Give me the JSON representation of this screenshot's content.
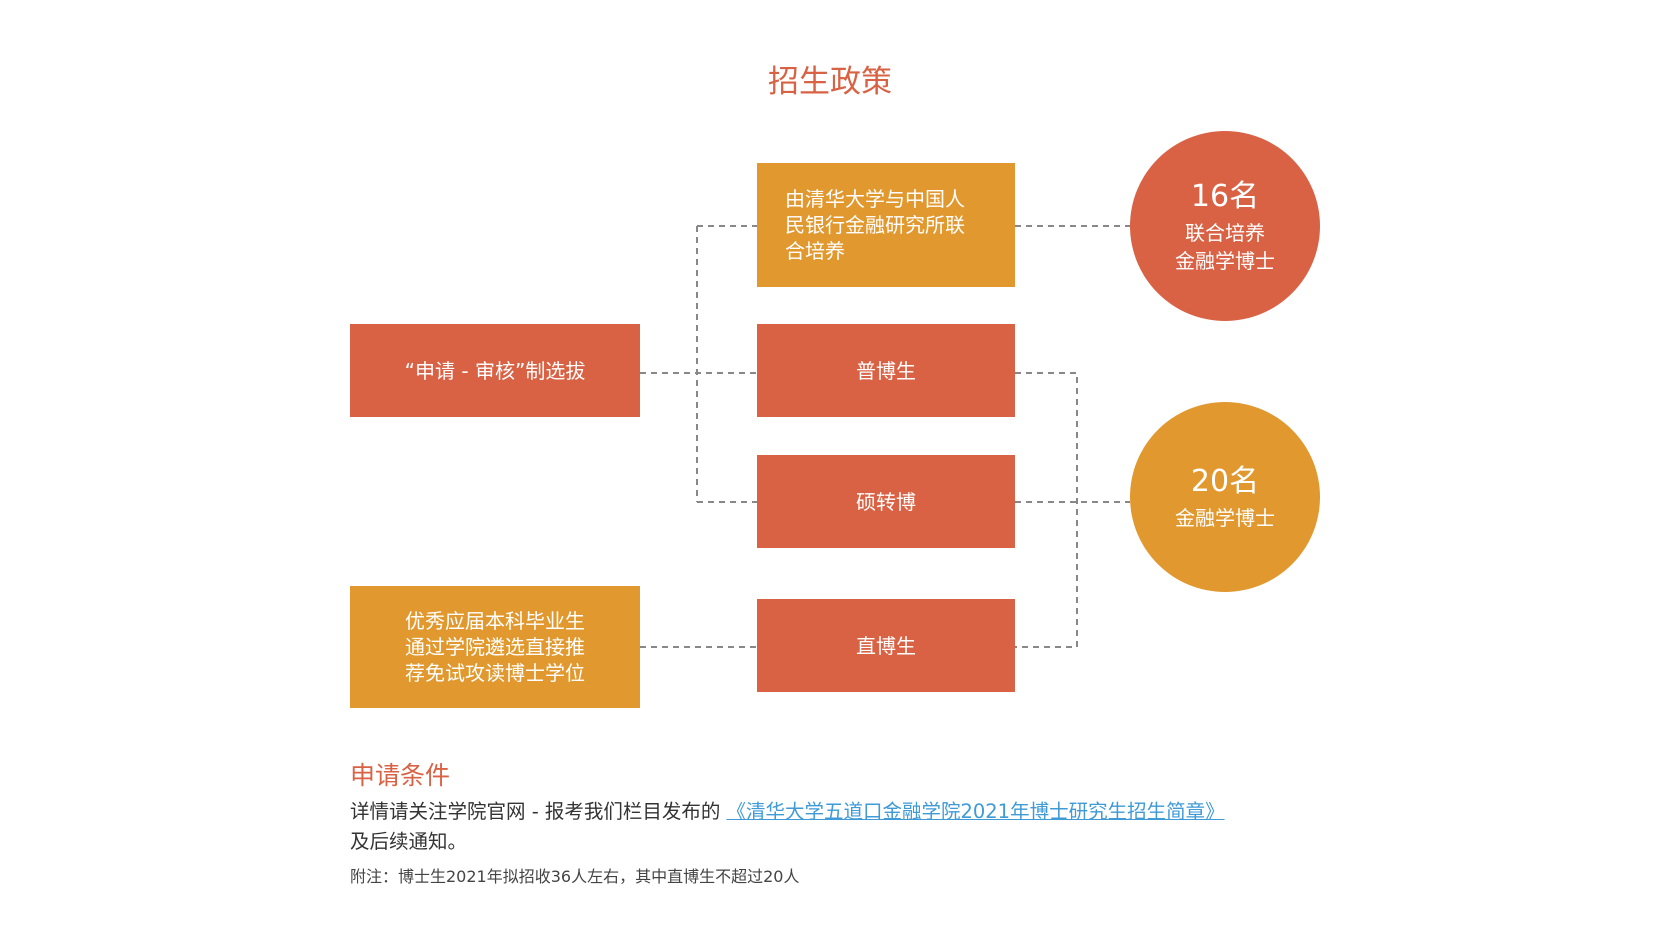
{
  "title": "招生政策",
  "selection_method": "“申请 - 审核”制选拔",
  "recommendation_text": "优秀应届本科毕业生\n通过学院遴选直接推\n荐免试攻读博士学位",
  "programs": {
    "joint": "由清华大学与中国人\n民银行金融研究所联\n合培养",
    "regular": "普博生",
    "masters_to_phd": "硕转博",
    "direct": "直博生"
  },
  "quota_joint": {
    "count": "16名",
    "line1": "联合培养",
    "line2": "金融学博士"
  },
  "quota_finance": {
    "count": "20名",
    "line1": "金融学博士"
  },
  "conditions": {
    "heading": "申请条件",
    "text_before": "详情请关注学院官网 - 报考我们栏目发布的",
    "link": "《清华大学五道口金融学院2021年博士研究生招生简章》",
    "text_after": "及后续通知。"
  },
  "note": "附注：博士生2021年拟招收36人左右，其中直博生不超过20人",
  "colors": {
    "red": "#d96245",
    "gold": "#e1982e",
    "link": "#3f9ad6",
    "connector": "#888888"
  }
}
